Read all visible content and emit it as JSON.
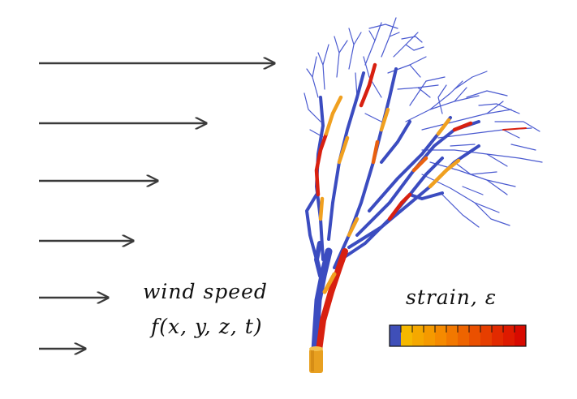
{
  "wind": {
    "label_line1": "wind speed",
    "label_line2": "f(x, y, z, t)",
    "arrow_color": "#3a3a3a"
  },
  "strain": {
    "title": "strain, ε",
    "colorbar": [
      "#3f4fb8",
      "#f5b800",
      "#f5a800",
      "#f59a00",
      "#f58a00",
      "#f27800",
      "#ee6400",
      "#ea5000",
      "#e63e00",
      "#e22a00",
      "#de1a00",
      "#d80a00"
    ]
  },
  "tree": {
    "low_strain_color": "#3b4cc0",
    "mid_strain_color": "#f0a020",
    "high_strain_color": "#d82010",
    "trunk_base_color": "#e8a020"
  }
}
